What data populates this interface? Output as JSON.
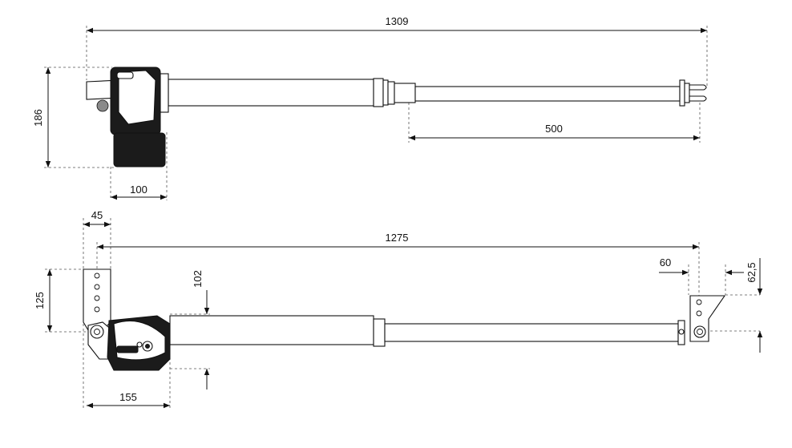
{
  "drawing": {
    "dimensions": {
      "top_total_length": "1309",
      "top_height": "186",
      "top_motor_width": "100",
      "top_stroke": "500",
      "bottom_bracket_width": "45",
      "bottom_total_length": "1275",
      "bottom_bracket_height": "125",
      "bottom_axis_offset": "102",
      "bottom_front_offset": "60",
      "bottom_front_height": "62,5",
      "bottom_rear_depth": "155"
    },
    "colors": {
      "line": "#111111",
      "motor_dark": "#1b1b1b",
      "extension_line": "#555555"
    }
  }
}
